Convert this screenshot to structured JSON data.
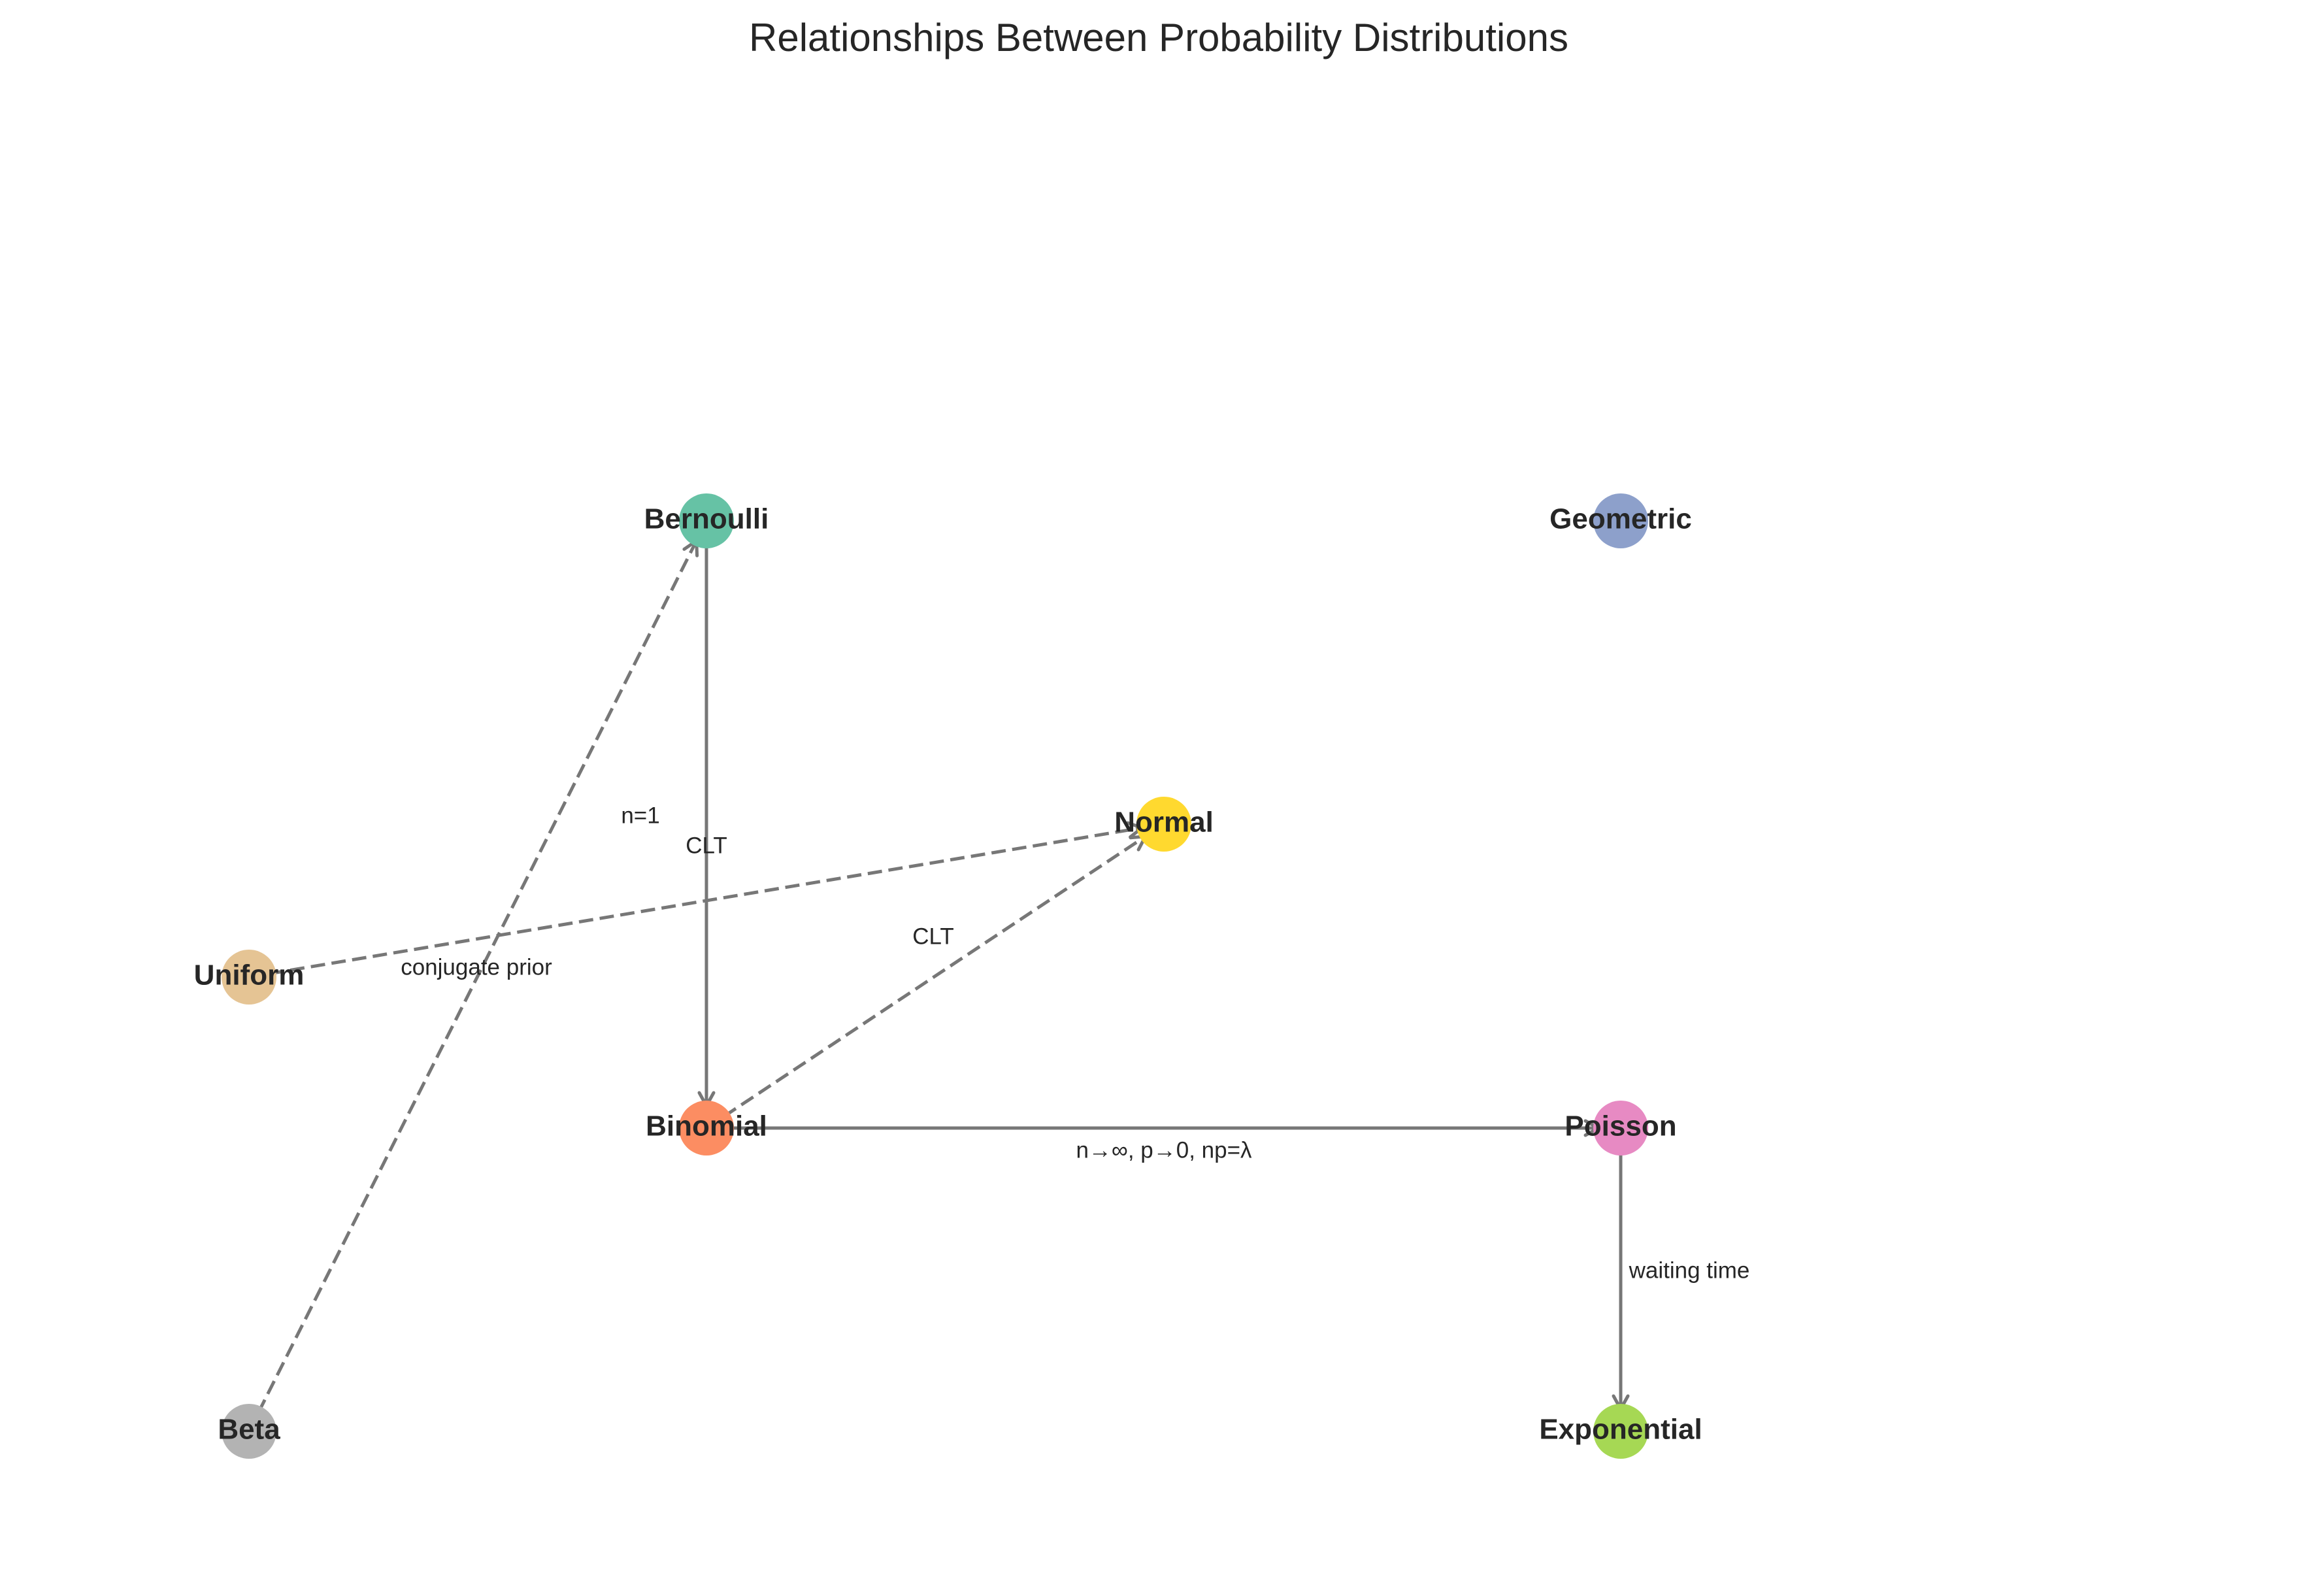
{
  "title": "Relationships Between Probability Distributions",
  "colors": {
    "edge": "#777777",
    "text": "#262626"
  },
  "nodes": [
    {
      "id": "bernoulli",
      "label": "Bernoulli",
      "color": "#66c2a5"
    },
    {
      "id": "geometric",
      "label": "Geometric",
      "color": "#8da0cb"
    },
    {
      "id": "normal",
      "label": "Normal",
      "color": "#ffd92f"
    },
    {
      "id": "uniform",
      "label": "Uniform",
      "color": "#e5c494"
    },
    {
      "id": "binomial",
      "label": "Binomial",
      "color": "#fc8d62"
    },
    {
      "id": "poisson",
      "label": "Poisson",
      "color": "#e78ac3"
    },
    {
      "id": "beta",
      "label": "Beta",
      "color": "#b3b3b3"
    },
    {
      "id": "exponential",
      "label": "Exponential",
      "color": "#a6d854"
    }
  ],
  "edges": [
    {
      "from": "bernoulli",
      "to": "binomial",
      "label": "n=1",
      "style": "solid"
    },
    {
      "from": "binomial",
      "to": "poisson",
      "label": "n→∞, p→0, np=λ",
      "style": "solid"
    },
    {
      "from": "poisson",
      "to": "exponential",
      "label": "waiting time",
      "style": "solid"
    },
    {
      "from": "binomial",
      "to": "normal",
      "label": "CLT",
      "style": "dashed"
    },
    {
      "from": "uniform",
      "to": "normal",
      "label": "CLT",
      "style": "dashed"
    },
    {
      "from": "beta",
      "to": "bernoulli",
      "label": "conjugate prior",
      "style": "dashed"
    }
  ]
}
